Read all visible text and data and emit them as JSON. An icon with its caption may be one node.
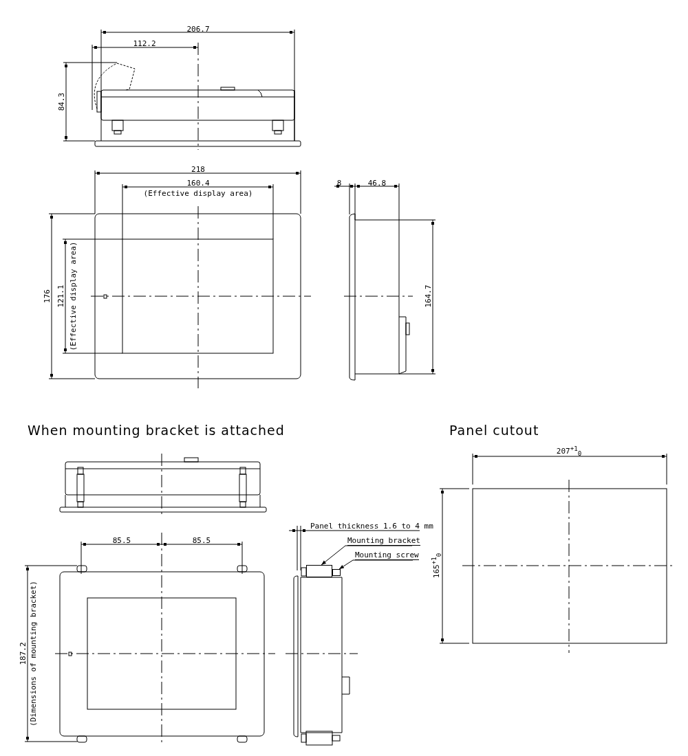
{
  "diagram": {
    "nodes": [
      {
        "text": [
          "Mounting bracket"
        ]
      },
      {
        "text": [],
        "shape": "box"
      },
      {
        "text": [
          "Mounting screw"
        ]
      },
      {
        "text": [],
        "shape": "box"
      }
    ],
    "edges": [
      {
        "from": 0,
        "to": 1,
        "arrow": "to"
      },
      {
        "from": 2,
        "to": 3,
        "arrow": "to"
      }
    ],
    "labels": [
      "206.7",
      "112.2",
      "84.3",
      "218",
      "160.4",
      "(Effective display area)",
      "8",
      "46.8",
      "176",
      "121.1",
      "(Effective display area)",
      "164.7",
      "When mounting bracket is attached",
      "Panel cutout",
      "207$^{+1}$$_{0}$",
      "Panel thickness 1.6 to 4 mm",
      "85.5",
      "85.5",
      "165$^{+1}$$_{0}$",
      "187.2",
      "(Dimensions of mounting bracket)"
    ]
  }
}
